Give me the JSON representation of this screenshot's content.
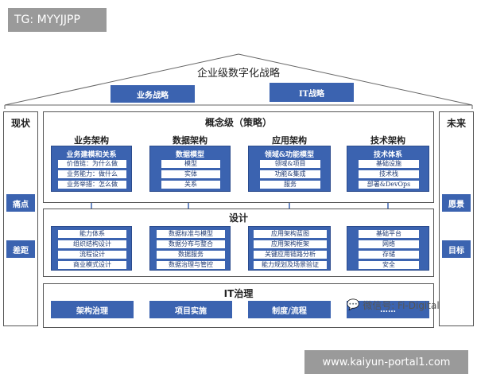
{
  "overlay": {
    "tag": "TG: MYYJJPP",
    "url": "www.kaiyun-portal1.com",
    "wechat": "微信号: Fi-Digital"
  },
  "roof": {
    "title": "企业级数字化战略",
    "buttons": [
      "业务战略",
      "IT战略"
    ]
  },
  "left_pillar": {
    "title": "现状",
    "items": [
      "痛点",
      "差距"
    ]
  },
  "right_pillar": {
    "title": "未来",
    "items": [
      "愿景",
      "目标"
    ]
  },
  "concept": {
    "title": "概念级（策略）",
    "columns": [
      {
        "title": "业务架构",
        "box_title": "业务建模和关系",
        "items": [
          "价值链：为什么做",
          "业务能力：做什么",
          "业务举措：怎么做"
        ]
      },
      {
        "title": "数据架构",
        "box_title": "数据模型",
        "items": [
          "模型",
          "实体",
          "关系"
        ]
      },
      {
        "title": "应用架构",
        "box_title": "领域&功能模型",
        "items": [
          "领域&项目",
          "功能&集成",
          "服务"
        ]
      },
      {
        "title": "技术架构",
        "box_title": "技术体系",
        "items": [
          "基础设施",
          "技术栈",
          "部署&DevOps"
        ]
      }
    ]
  },
  "design": {
    "title": "设计",
    "columns": [
      {
        "items": [
          "能力体系",
          "组织结构设计",
          "流程设计",
          "商业模式设计"
        ]
      },
      {
        "items": [
          "数据标准与模型",
          "数据分布与整合",
          "数据服务",
          "数据治理与管控"
        ]
      },
      {
        "items": [
          "应用架构蓝图",
          "应用架构框架",
          "关键应用链路分析",
          "能力规划及场景验证"
        ]
      },
      {
        "items": [
          "基础平台",
          "网络",
          "存储",
          "安全"
        ]
      }
    ]
  },
  "governance": {
    "title": "IT治理",
    "items": [
      "架构治理",
      "项目实施",
      "制度/流程",
      "……"
    ]
  },
  "colors": {
    "accent": "#3b63b0",
    "border": "#555555"
  }
}
